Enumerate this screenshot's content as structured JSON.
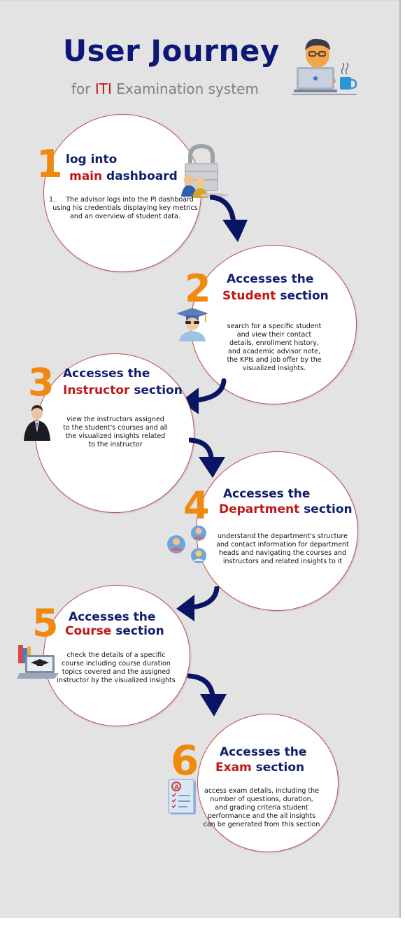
{
  "title": "User Journey",
  "subtitle": {
    "prefix": "for ",
    "highlight": "ITI",
    "suffix": " Examination system"
  },
  "steps": [
    {
      "number": "1",
      "title_line1": "log into",
      "title_hl": "main",
      "title_rest": " dashboard",
      "desc_prefix": "1.",
      "description": "The advisor logs into the PI dashboard using his credentials displaying key metrics and an overview of student data.",
      "icon": "padlock-users-icon"
    },
    {
      "number": "2",
      "title_line1": "Accesses the",
      "title_hl": "Student",
      "title_rest": " section",
      "description": "search for a specific student and view their contact details, enrollment history, and academic advisor note, the KPIs and job offer by the visualized insights.",
      "icon": "graduate-icon"
    },
    {
      "number": "3",
      "title_line1": "Accesses the",
      "title_hl": "Instructor",
      "title_rest": " section",
      "description": "view the instructors assigned to the student's courses and all the visualized insights related to the instructor",
      "icon": "instructor-icon"
    },
    {
      "number": "4",
      "title_line1": "Accesses the",
      "title_hl": "Department",
      "title_rest": " section",
      "description": "understand the department's structure and contact information for department heads and navigating the courses and instructors and related insights to it",
      "icon": "team-icon"
    },
    {
      "number": "5",
      "title_line1": "Accesses the",
      "title_hl": "Course",
      "title_rest": " section",
      "description": "check the details of a specific course including course duration topics covered and the assigned instructor by the visualized insights",
      "icon": "laptop-books-icon"
    },
    {
      "number": "6",
      "title_line1": "Accesses the",
      "title_hl": "Exam",
      "title_rest": " section",
      "description": "access exam details, including the number of questions, duration, and grading criteria student performance and the all insights can be generated from this section",
      "icon": "exam-paper-icon"
    }
  ],
  "colors": {
    "title": "#0d1775",
    "number": "#f0890f",
    "highlight": "#c01717",
    "arrow": "#0a1464",
    "circle_border": "#c0504d"
  }
}
